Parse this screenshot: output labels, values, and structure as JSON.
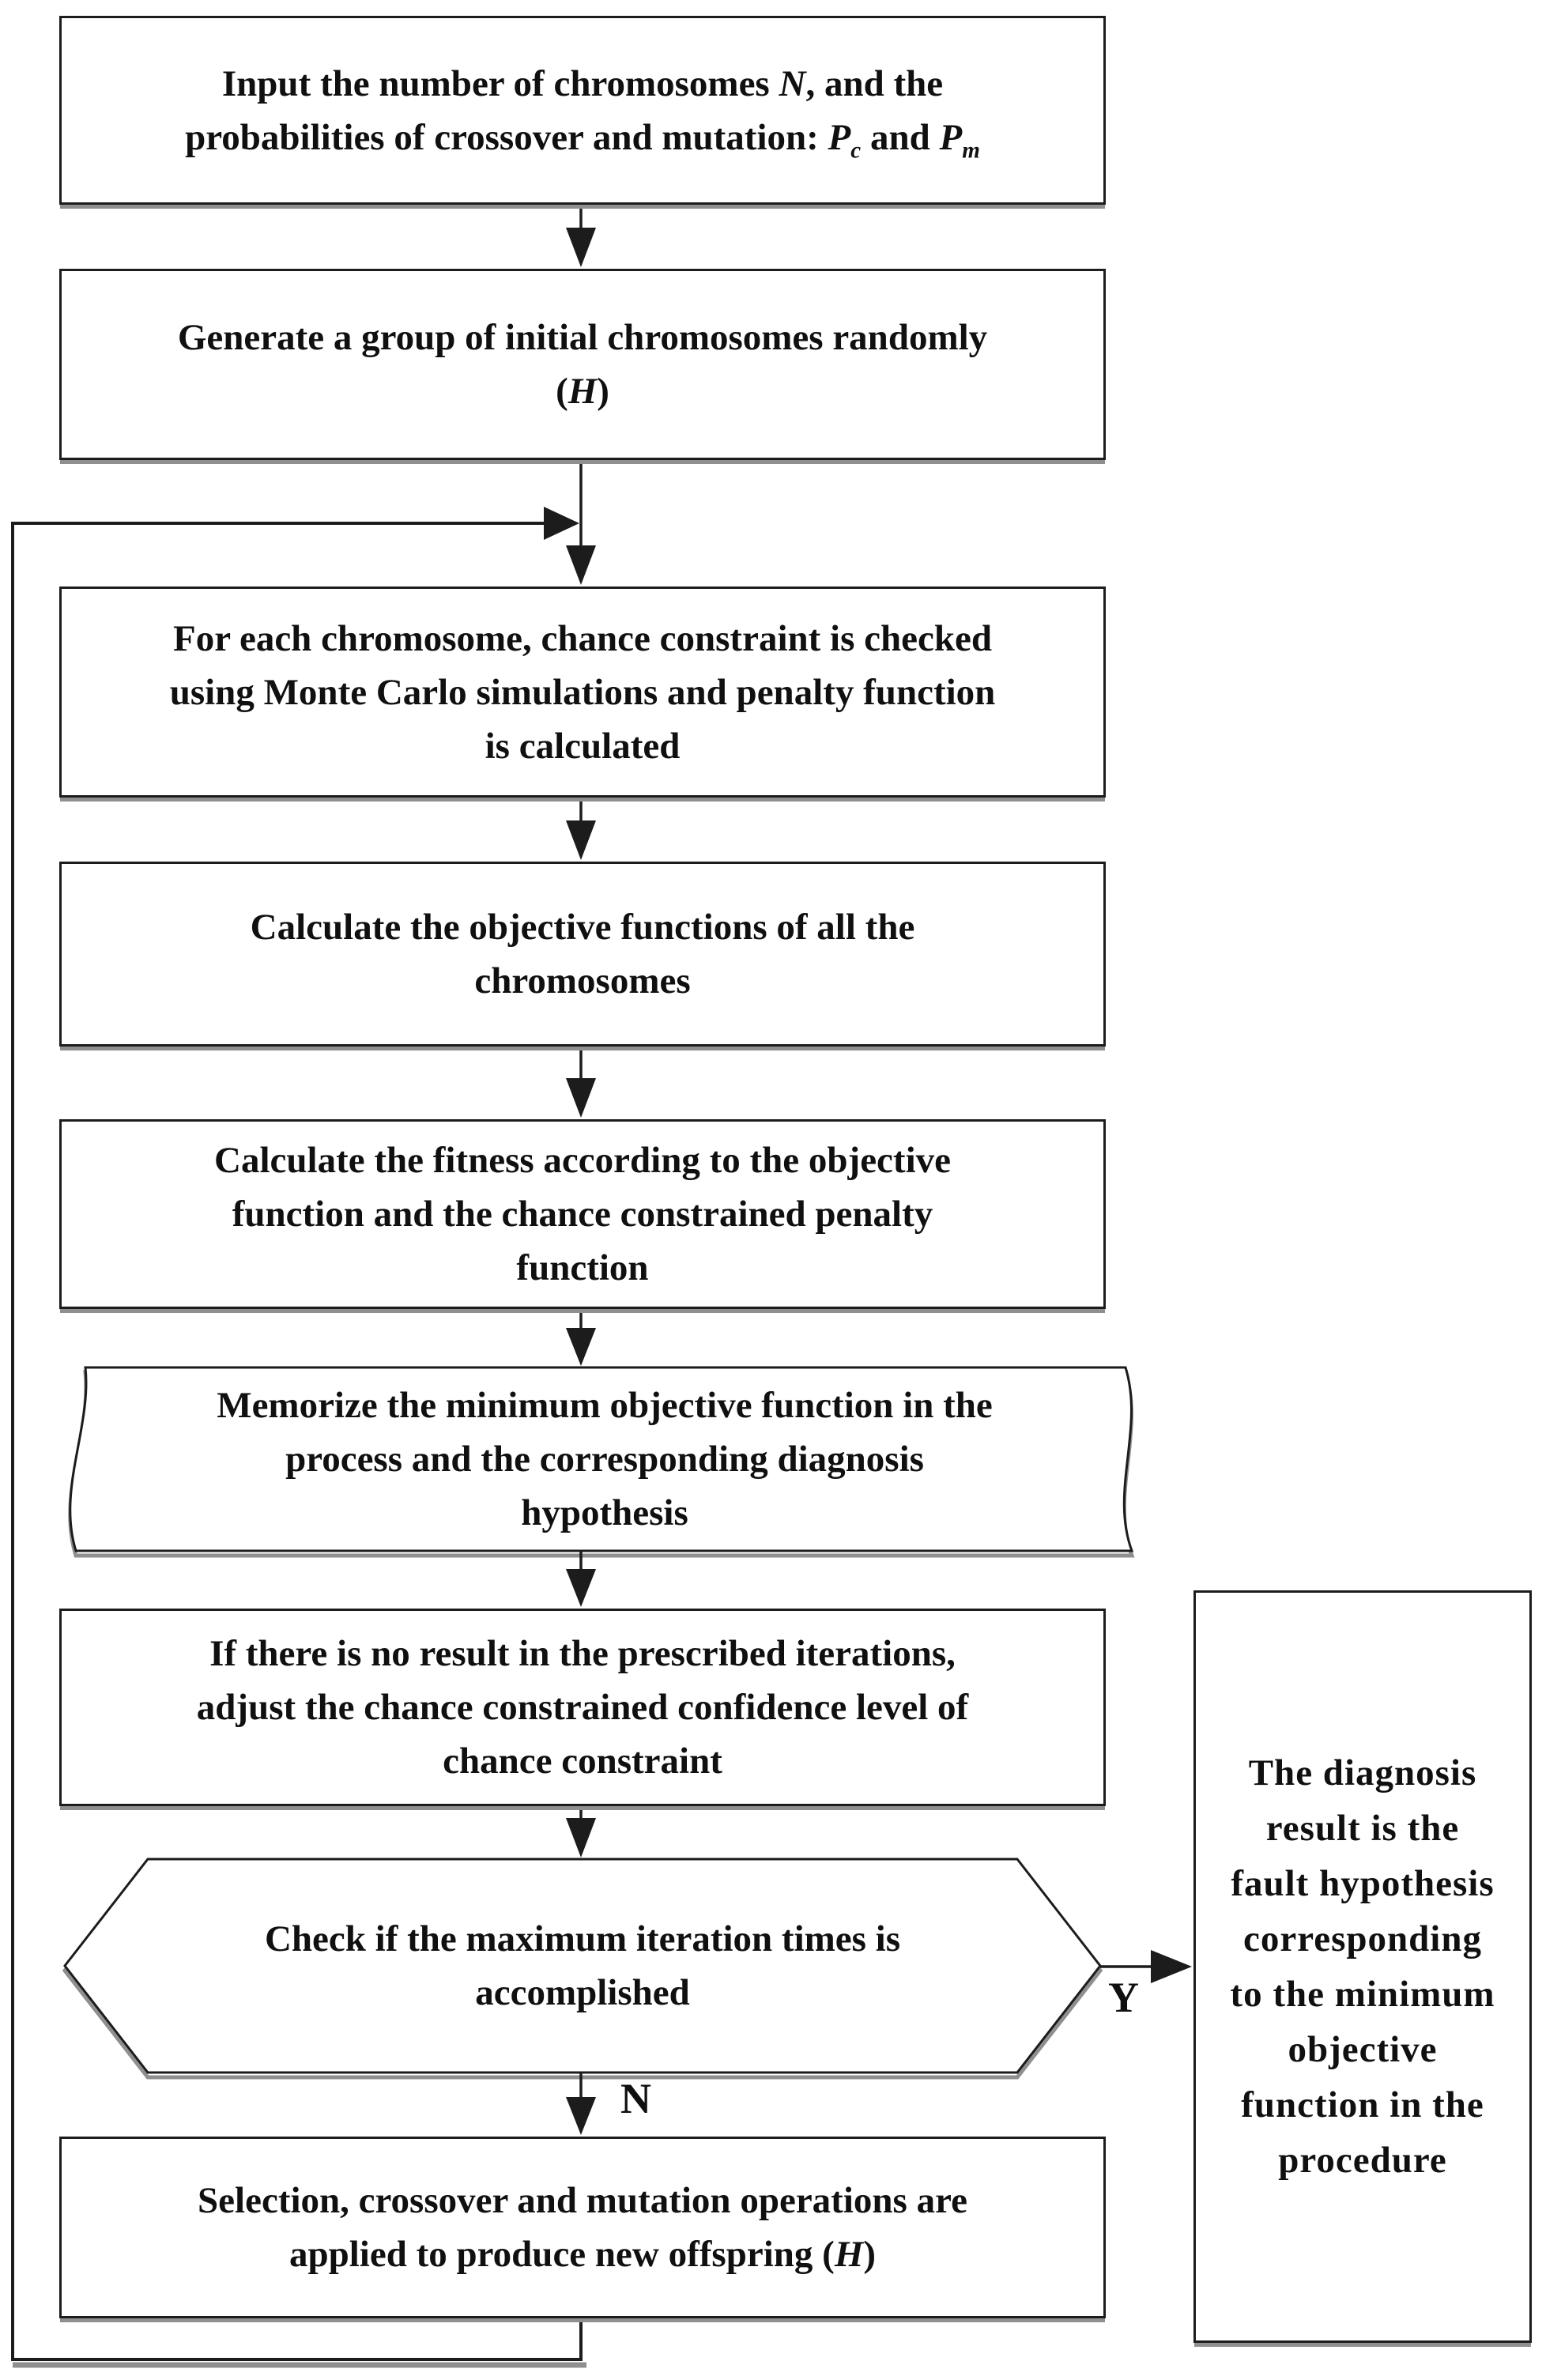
{
  "flowchart": {
    "colors": {
      "stroke": "#1c1c1c",
      "shadow": "#8f8f8f",
      "text": "#101010",
      "background": "#ffffff"
    },
    "branch_labels": {
      "yes": "Y",
      "no": "N"
    },
    "nodes": {
      "input": {
        "lines": [
          [
            {
              "t": "Input the number of chromosomes "
            },
            {
              "t": "N",
              "i": 1
            },
            {
              "t": ", and the"
            }
          ],
          [
            {
              "t": "probabilities of crossover and mutation: "
            },
            {
              "t": "P",
              "i": 1
            },
            {
              "t": "c",
              "i": 1,
              "s": 1
            },
            {
              "t": " and "
            },
            {
              "t": "P",
              "i": 1
            },
            {
              "t": "m",
              "i": 1,
              "s": 1
            }
          ]
        ]
      },
      "generate": {
        "lines": [
          [
            {
              "t": "Generate a group of initial chromosomes randomly"
            }
          ],
          [
            {
              "t": "("
            },
            {
              "t": "H",
              "i": 1
            },
            {
              "t": ")"
            }
          ]
        ]
      },
      "chance_check": {
        "lines": [
          [
            {
              "t": "For each chromosome, chance constraint is checked"
            }
          ],
          [
            {
              "t": "using Monte Carlo simulations and penalty function"
            }
          ],
          [
            {
              "t": "is calculated"
            }
          ]
        ]
      },
      "objective": {
        "lines": [
          [
            {
              "t": "Calculate the objective functions of all the"
            }
          ],
          [
            {
              "t": "chromosomes"
            }
          ]
        ]
      },
      "fitness": {
        "lines": [
          [
            {
              "t": "Calculate the fitness according to the objective"
            }
          ],
          [
            {
              "t": "function and the chance constrained penalty"
            }
          ],
          [
            {
              "t": "function"
            }
          ]
        ]
      },
      "memorize": {
        "lines": [
          [
            {
              "t": "Memorize the minimum objective function in the"
            }
          ],
          [
            {
              "t": "process and the corresponding diagnosis"
            }
          ],
          [
            {
              "t": "hypothesis"
            }
          ]
        ]
      },
      "adjust_confidence": {
        "lines": [
          [
            {
              "t": "If there is no result in the prescribed iterations,"
            }
          ],
          [
            {
              "t": "adjust the chance constrained confidence level of"
            }
          ],
          [
            {
              "t": "chance constraint"
            }
          ]
        ]
      },
      "iteration_decision": {
        "lines": [
          [
            {
              "t": "Check if the maximum iteration times is"
            }
          ],
          [
            {
              "t": "accomplished"
            }
          ]
        ]
      },
      "selection": {
        "lines": [
          [
            {
              "t": "Selection, crossover and mutation operations are"
            }
          ],
          [
            {
              "t": "applied to produce new offspring ("
            },
            {
              "t": "H",
              "i": 1
            },
            {
              "t": ")"
            }
          ]
        ]
      },
      "diagnosis_result": {
        "lines": [
          [
            {
              "t": "The diagnosis"
            }
          ],
          [
            {
              "t": "result is the"
            }
          ],
          [
            {
              "t": "fault hypothesis"
            }
          ],
          [
            {
              "t": "corresponding"
            }
          ],
          [
            {
              "t": "to the minimum"
            }
          ],
          [
            {
              "t": "objective"
            }
          ],
          [
            {
              "t": "function in the"
            }
          ],
          [
            {
              "t": "procedure"
            }
          ]
        ]
      }
    }
  }
}
